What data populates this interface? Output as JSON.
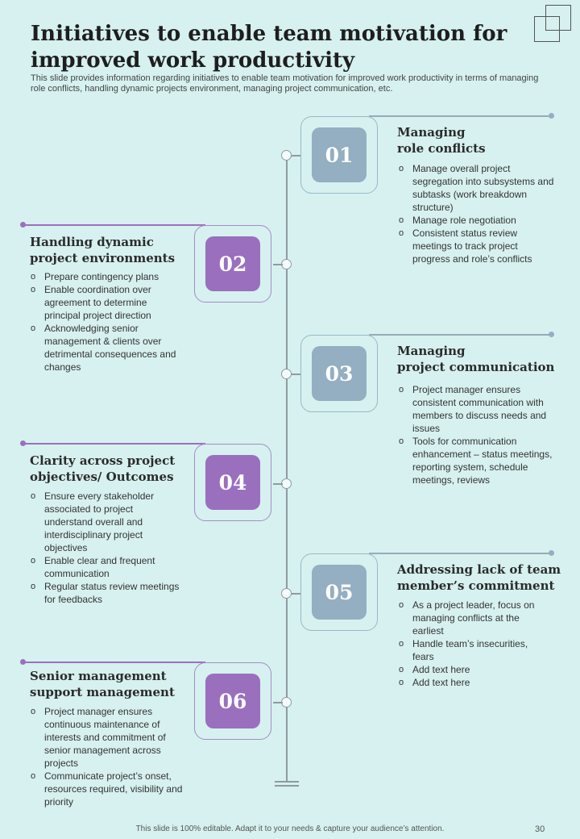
{
  "title": "Initiatives to enable team motivation for improved work productivity",
  "subtitle": "This slide provides information regarding initiatives to enable team motivation for improved work productivity in terms of managing role conflicts, handling dynamic projects environment, managing project communication, etc.",
  "items": [
    {
      "num": "01",
      "heading": "Managing\nrole conflicts",
      "points": [
        "Manage overall project segregation into subsystems and subtasks (work breakdown structure)",
        "Manage role negotiation",
        "Consistent status review meetings to track project progress and role’s conflicts"
      ]
    },
    {
      "num": "02",
      "heading": "Handling dynamic\nproject environments",
      "points": [
        "Prepare contingency plans",
        "Enable coordination over agreement to determine principal project direction",
        "Acknowledging senior management & clients over detrimental consequences and changes"
      ]
    },
    {
      "num": "03",
      "heading": "Managing\nproject communication",
      "points": [
        "Project manager ensures consistent communication with members to discuss needs and issues",
        "Tools for communication enhancement – status meetings, reporting system, schedule meetings, reviews"
      ]
    },
    {
      "num": "04",
      "heading": "Clarity across project\nobjectives/ Outcomes",
      "points": [
        "Ensure every stakeholder associated to project understand overall and interdisciplinary project objectives",
        "Enable clear and frequent communication",
        "Regular status review meetings for feedbacks"
      ]
    },
    {
      "num": "05",
      "heading": "Addressing lack of team\nmember’s commitment",
      "points": [
        "As a project leader, focus on managing conflicts at the earliest",
        "Handle team’s insecurities, fears",
        "Add text here",
        "Add text here"
      ]
    },
    {
      "num": "06",
      "heading": "Senior management\nsupport management",
      "points": [
        "Project manager ensures continuous maintenance of interests and commitment of senior management across projects",
        "Communicate project’s onset, resources required, visibility and priority"
      ]
    }
  ],
  "footer": "This slide is 100% editable.  Adapt it to your needs & capture your audience’s attention.",
  "page_number": "30",
  "colors": {
    "background": "#d6f1ef",
    "blue_tile": "#93afc1",
    "purple_tile": "#9a6fbe"
  }
}
